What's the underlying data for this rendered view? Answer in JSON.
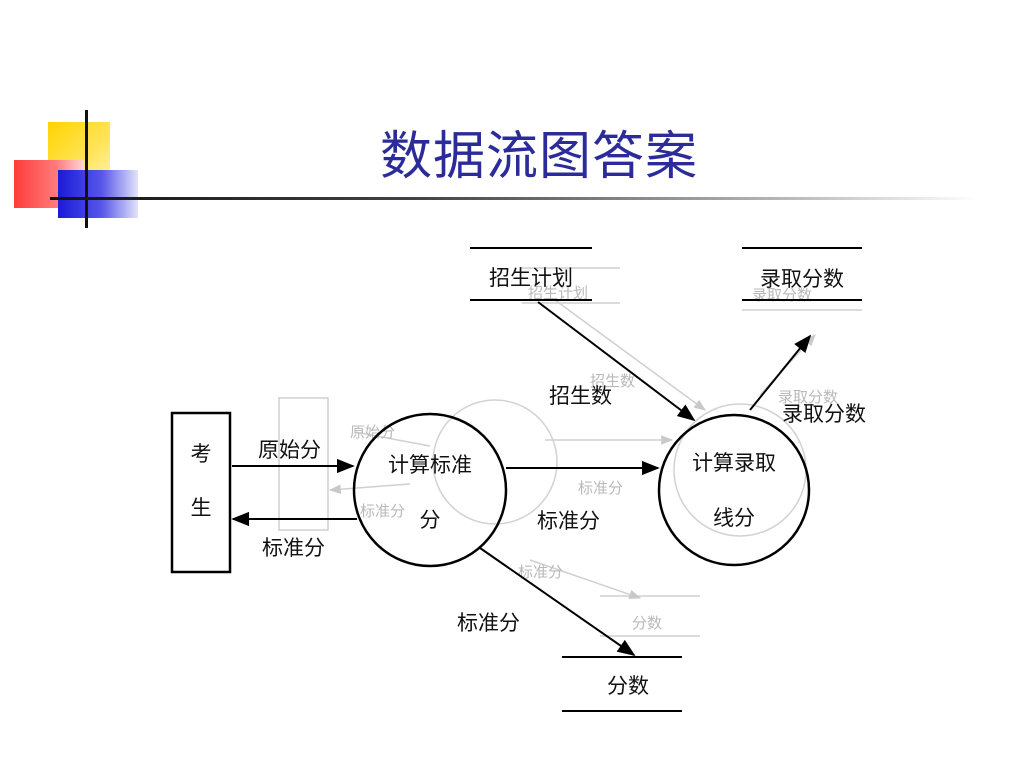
{
  "slide": {
    "title": "数据流图答案"
  },
  "diagram": {
    "entity": {
      "line1": "考",
      "line2": "生"
    },
    "process1": {
      "line1": "计算标准",
      "line2": "分"
    },
    "process2": {
      "line1": "计算录取",
      "line2": "线分"
    },
    "stores": {
      "admission_plan": "招生计划",
      "admission_scores": "录取分数",
      "scores": "分数"
    },
    "flows": {
      "raw_score": "原始分",
      "standard_score_back": "标准分",
      "standard_score_mid": "标准分",
      "standard_score_down": "标准分",
      "enrollment_count": "招生数",
      "admission_score_flow": "录取分数"
    },
    "ghost_text": {
      "plan": "招生计划",
      "store2": "录取分数",
      "count": "招生数",
      "raw": "原始分",
      "std_left": "标准分",
      "std_mid": "标准分",
      "std_low": "标准分",
      "score_store": "分数",
      "adm_flow": "录取分数"
    }
  }
}
